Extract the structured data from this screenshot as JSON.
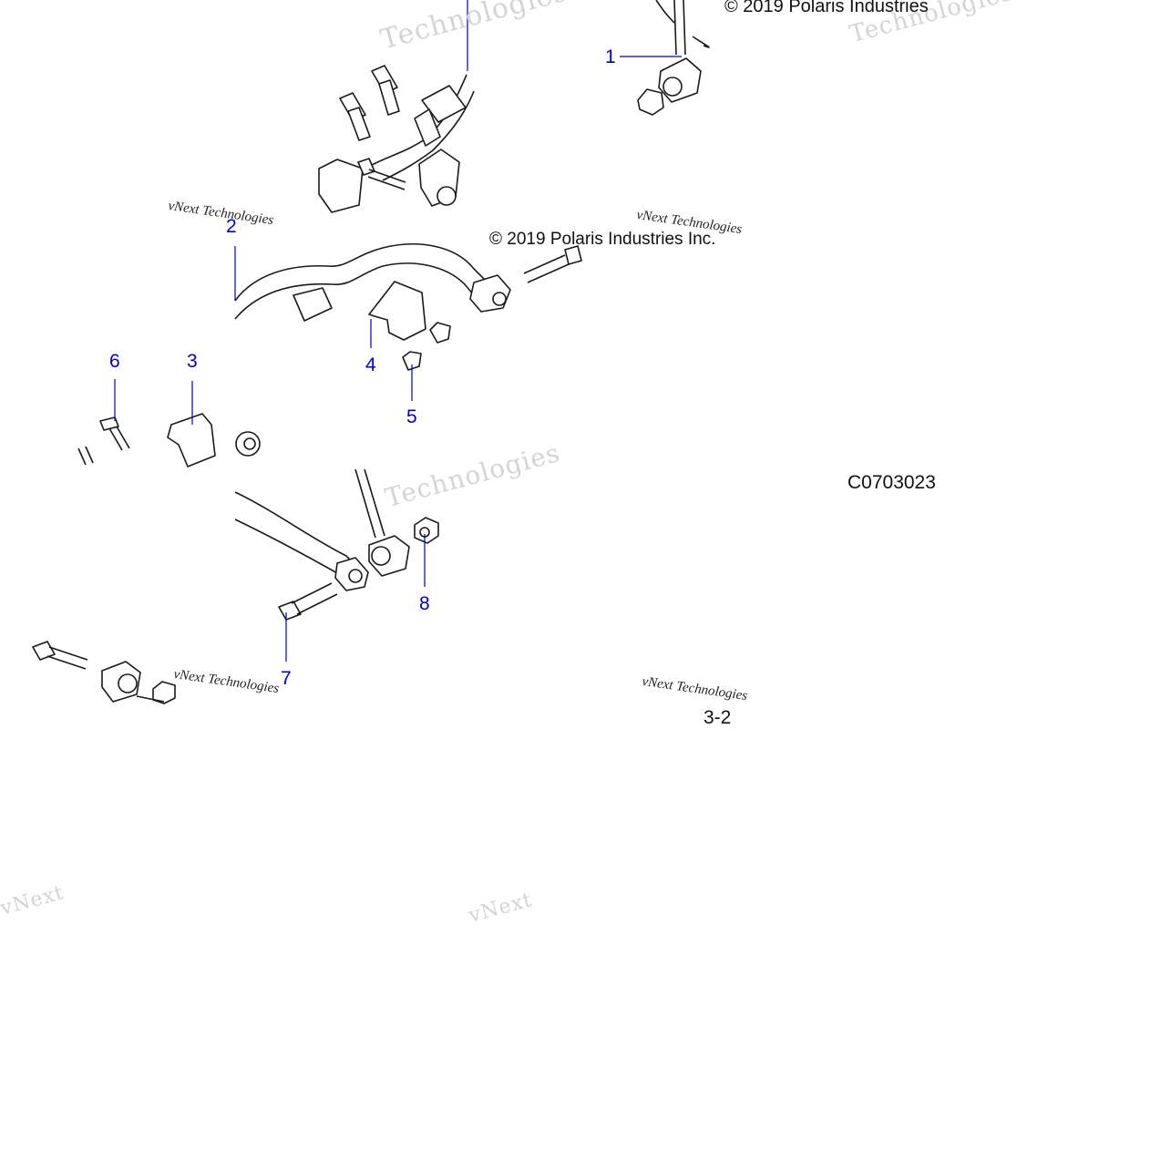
{
  "copyright": "© 2019 Polaris Industries",
  "copyright_partial": "© 2019 Polaris Industries Inc.",
  "drawing_code": "C0703023",
  "page_fragment": "3-2",
  "watermark": {
    "main": "Technologies",
    "sub": "vNext Technologies",
    "brand": "vNext"
  },
  "callouts": [
    "1",
    "2",
    "3",
    "4",
    "5",
    "6",
    "7",
    "8"
  ],
  "colors": {
    "callout": "#0000cc",
    "line": "#1a1a1a",
    "watermark": "#d4d4d4",
    "background": "#ffffff"
  }
}
